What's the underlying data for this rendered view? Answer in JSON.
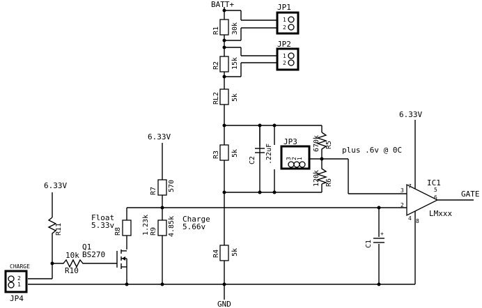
{
  "nets": {
    "batt": "BATT+",
    "gnd": "GND",
    "vcc_left": "6.33V",
    "vcc_mid": "6.33V",
    "vcc_ic": "6.33V",
    "gate": "GATE"
  },
  "resistors": [
    {
      "ref": "R1",
      "value": "30k"
    },
    {
      "ref": "R2",
      "value": "15k"
    },
    {
      "ref": "RL2",
      "value": "5k"
    },
    {
      "ref": "R3",
      "value": "5k"
    },
    {
      "ref": "R4",
      "value": "5k"
    },
    {
      "ref": "R5",
      "value": "670k"
    },
    {
      "ref": "R6",
      "value": "120k"
    },
    {
      "ref": "R7",
      "value": "570"
    },
    {
      "ref": "R8",
      "value": "1.23k"
    },
    {
      "ref": "R9",
      "value": "4.85k"
    },
    {
      "ref": "R10",
      "value": "10k"
    },
    {
      "ref": "R11",
      "value": ""
    }
  ],
  "capacitors": [
    {
      "ref": "C1",
      "value": ""
    },
    {
      "ref": "C2",
      "value": ".22uF"
    }
  ],
  "connectors": [
    {
      "ref": "JP1",
      "pins": [
        "1",
        "2"
      ]
    },
    {
      "ref": "JP2",
      "pins": [
        "1",
        "2"
      ]
    },
    {
      "ref": "JP3",
      "pins": [
        "3",
        "2",
        "1"
      ]
    },
    {
      "ref": "JP4",
      "label": "CHARGE",
      "pins": [
        "2",
        "1"
      ]
    }
  ],
  "ic": {
    "ref": "IC1",
    "part": "LMxxx",
    "pins": [
      "7",
      "3",
      "2",
      "4",
      "8",
      "6",
      "5"
    ]
  },
  "transistor": {
    "ref": "Q1",
    "part": "BS270"
  },
  "annotations": {
    "float_label": "Float",
    "float_value": "5.33v",
    "charge_label": "Charge",
    "charge_value": "5.66v",
    "hysteresis": "plus .6v @ 0C"
  },
  "plus_sign": "+"
}
